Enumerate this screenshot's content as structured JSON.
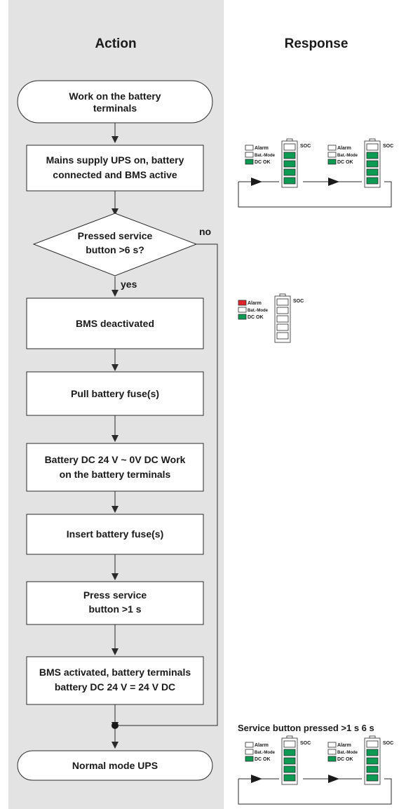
{
  "headers": {
    "action": "Action",
    "response": "Response"
  },
  "nodes": {
    "start": [
      "Work on the battery",
      "terminals"
    ],
    "mains": [
      "Mains supply UPS on, battery",
      "connected and BMS active"
    ],
    "decision": [
      "Pressed service",
      "button >6 s?"
    ],
    "deact": [
      "BMS deactivated"
    ],
    "pull": [
      "Pull battery fuse(s)"
    ],
    "dc": [
      "Battery DC 24 V ~ 0V DC Work",
      "on the battery terminals"
    ],
    "insert": [
      "Insert battery fuse(s)"
    ],
    "press": [
      "Press service",
      "button >1 s"
    ],
    "activated": [
      "BMS activated, battery terminals",
      "battery DC 24 V = 24 V DC"
    ],
    "normal": [
      "Normal mode UPS"
    ]
  },
  "labels": {
    "yes": "yes",
    "no": "no"
  },
  "response_caption": "Service button pressed >1 s 6 s",
  "indicator": {
    "alarm": "Alarm",
    "bat_mode": "Bat.-Mode",
    "dc_ok": "DC OK",
    "soc": "SOC"
  },
  "colors": {
    "action_band": "#e3e3e3",
    "green": "#0d9a52",
    "red": "#e0242b",
    "off": "#ffffff"
  },
  "panels": {
    "panel1": [
      {
        "alarm": "off",
        "bat_mode": "off",
        "dc_ok": "green",
        "soc_filled": 4
      },
      {
        "alarm": "off",
        "bat_mode": "off",
        "dc_ok": "green",
        "soc_filled": 4
      }
    ],
    "panel2": [
      {
        "alarm": "red",
        "bat_mode": "off",
        "dc_ok": "green",
        "soc_filled": 0
      }
    ],
    "panel3": [
      {
        "alarm": "off",
        "bat_mode": "off",
        "dc_ok": "green",
        "soc_filled": 4
      },
      {
        "alarm": "off",
        "bat_mode": "off",
        "dc_ok": "green",
        "soc_filled": 4
      }
    ]
  }
}
